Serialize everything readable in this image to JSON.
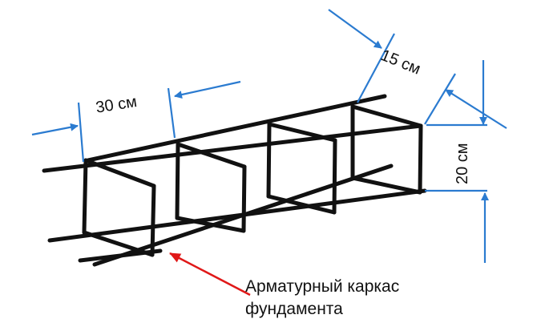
{
  "dimensions": {
    "width": "30 см",
    "depth": "15 см",
    "height": "20 см"
  },
  "caption": {
    "line1": "Арматурный каркас",
    "line2": "фундамента"
  },
  "colors": {
    "rebar": "#111111",
    "dimension": "#2b7bd0",
    "pointer": "#e01818",
    "text": "#111111"
  }
}
